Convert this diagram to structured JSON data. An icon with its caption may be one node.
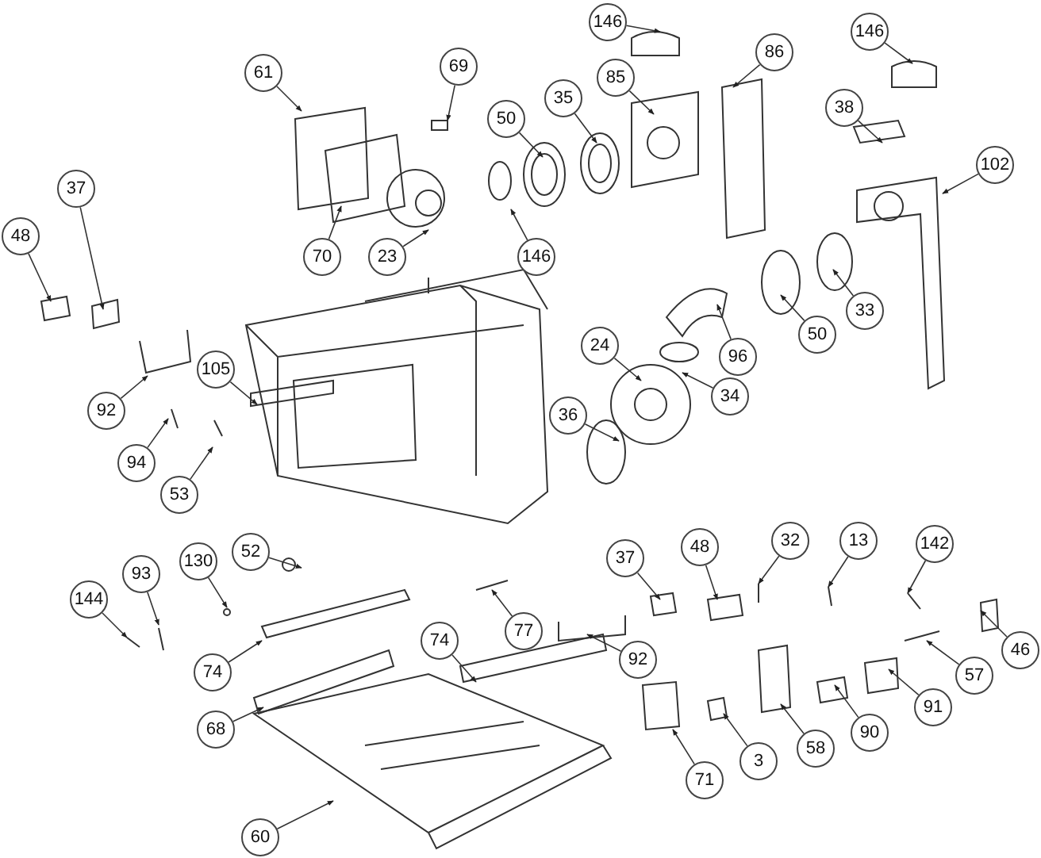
{
  "diagram": {
    "nodes": [
      {
        "text": [
          "146"
        ]
      },
      {
        "text": [
          "146"
        ]
      },
      {
        "text": [
          "61"
        ]
      },
      {
        "text": [
          "69"
        ]
      },
      {
        "text": [
          "86"
        ]
      },
      {
        "text": [
          "85"
        ]
      },
      {
        "text": [
          "35"
        ]
      },
      {
        "text": [
          "50"
        ]
      },
      {
        "text": [
          "38"
        ]
      },
      {
        "text": [
          "102"
        ]
      },
      {
        "text": [
          "37"
        ]
      },
      {
        "text": [
          "48"
        ]
      },
      {
        "text": [
          "70"
        ]
      },
      {
        "text": [
          "23"
        ]
      },
      {
        "text": [
          "146"
        ]
      },
      {
        "text": [
          "96"
        ]
      },
      {
        "text": [
          "50"
        ]
      },
      {
        "text": [
          "33"
        ]
      },
      {
        "text": [
          "24"
        ]
      },
      {
        "text": [
          "34"
        ]
      },
      {
        "text": [
          "36"
        ]
      },
      {
        "text": [
          "105"
        ]
      },
      {
        "text": [
          "92"
        ]
      },
      {
        "text": [
          "94"
        ]
      },
      {
        "text": [
          "53"
        ]
      },
      {
        "text": [
          "52"
        ]
      },
      {
        "text": [
          "130"
        ]
      },
      {
        "text": [
          "93"
        ]
      },
      {
        "text": [
          "144"
        ]
      },
      {
        "text": [
          "74"
        ]
      },
      {
        "text": [
          "68"
        ]
      },
      {
        "text": [
          "60"
        ]
      },
      {
        "text": [
          "74"
        ]
      },
      {
        "text": [
          "77"
        ]
      },
      {
        "text": [
          "37"
        ]
      },
      {
        "text": [
          "48"
        ]
      },
      {
        "text": [
          "32"
        ]
      },
      {
        "text": [
          "13"
        ]
      },
      {
        "text": [
          "142"
        ]
      },
      {
        "text": [
          "92"
        ]
      },
      {
        "text": [
          "46"
        ]
      },
      {
        "text": [
          "57"
        ]
      },
      {
        "text": [
          "91"
        ]
      },
      {
        "text": [
          "90"
        ]
      },
      {
        "text": [
          "58"
        ]
      },
      {
        "text": [
          "3"
        ]
      },
      {
        "text": [
          "71"
        ]
      }
    ],
    "edges": [
      {
        "from": 0,
        "to": null,
        "arrow": "to"
      },
      {
        "from": 1,
        "to": null,
        "arrow": "to"
      },
      {
        "from": 2,
        "to": null,
        "arrow": "to"
      },
      {
        "from": 3,
        "to": null,
        "arrow": "to"
      },
      {
        "from": 4,
        "to": null,
        "arrow": "to"
      },
      {
        "from": 5,
        "to": null,
        "arrow": "to"
      },
      {
        "from": 6,
        "to": null,
        "arrow": "to"
      },
      {
        "from": 7,
        "to": null,
        "arrow": "to"
      },
      {
        "from": 8,
        "to": null,
        "arrow": "to"
      },
      {
        "from": 9,
        "to": null,
        "arrow": "to"
      },
      {
        "from": 10,
        "to": null,
        "arrow": "to"
      },
      {
        "from": 11,
        "to": null,
        "arrow": "to"
      },
      {
        "from": 12,
        "to": null,
        "arrow": "to"
      },
      {
        "from": 13,
        "to": null,
        "arrow": "to"
      },
      {
        "from": 14,
        "to": null,
        "arrow": "to"
      },
      {
        "from": 15,
        "to": null,
        "arrow": "to"
      },
      {
        "from": 16,
        "to": null,
        "arrow": "to"
      },
      {
        "from": 17,
        "to": null,
        "arrow": "to"
      },
      {
        "from": 18,
        "to": null,
        "arrow": "to"
      },
      {
        "from": 19,
        "to": null,
        "arrow": "to"
      },
      {
        "from": 20,
        "to": null,
        "arrow": "to"
      },
      {
        "from": 21,
        "to": null,
        "arrow": "to"
      },
      {
        "from": 22,
        "to": null,
        "arrow": "to"
      },
      {
        "from": 23,
        "to": null,
        "arrow": "to"
      },
      {
        "from": 24,
        "to": null,
        "arrow": "to"
      },
      {
        "from": 25,
        "to": null,
        "arrow": "to"
      },
      {
        "from": 26,
        "to": null,
        "arrow": "to"
      },
      {
        "from": 27,
        "to": null,
        "arrow": "to"
      },
      {
        "from": 28,
        "to": null,
        "arrow": "to"
      },
      {
        "from": 29,
        "to": null,
        "arrow": "to"
      },
      {
        "from": 30,
        "to": null,
        "arrow": "to"
      },
      {
        "from": 31,
        "to": null,
        "arrow": "to"
      },
      {
        "from": 32,
        "to": null,
        "arrow": "to"
      },
      {
        "from": 33,
        "to": null,
        "arrow": "to"
      },
      {
        "from": 34,
        "to": null,
        "arrow": "to"
      },
      {
        "from": 35,
        "to": null,
        "arrow": "to"
      },
      {
        "from": 36,
        "to": null,
        "arrow": "to"
      },
      {
        "from": 37,
        "to": null,
        "arrow": "to"
      },
      {
        "from": 38,
        "to": null,
        "arrow": "to"
      },
      {
        "from": 39,
        "to": null,
        "arrow": "to"
      },
      {
        "from": 40,
        "to": null,
        "arrow": "to"
      },
      {
        "from": 41,
        "to": null,
        "arrow": "to"
      },
      {
        "from": 42,
        "to": null,
        "arrow": "to"
      },
      {
        "from": 43,
        "to": null,
        "arrow": "to"
      },
      {
        "from": 44,
        "to": null,
        "arrow": "to"
      },
      {
        "from": 45,
        "to": null,
        "arrow": "to"
      },
      {
        "from": 46,
        "to": null,
        "arrow": "to"
      }
    ]
  }
}
